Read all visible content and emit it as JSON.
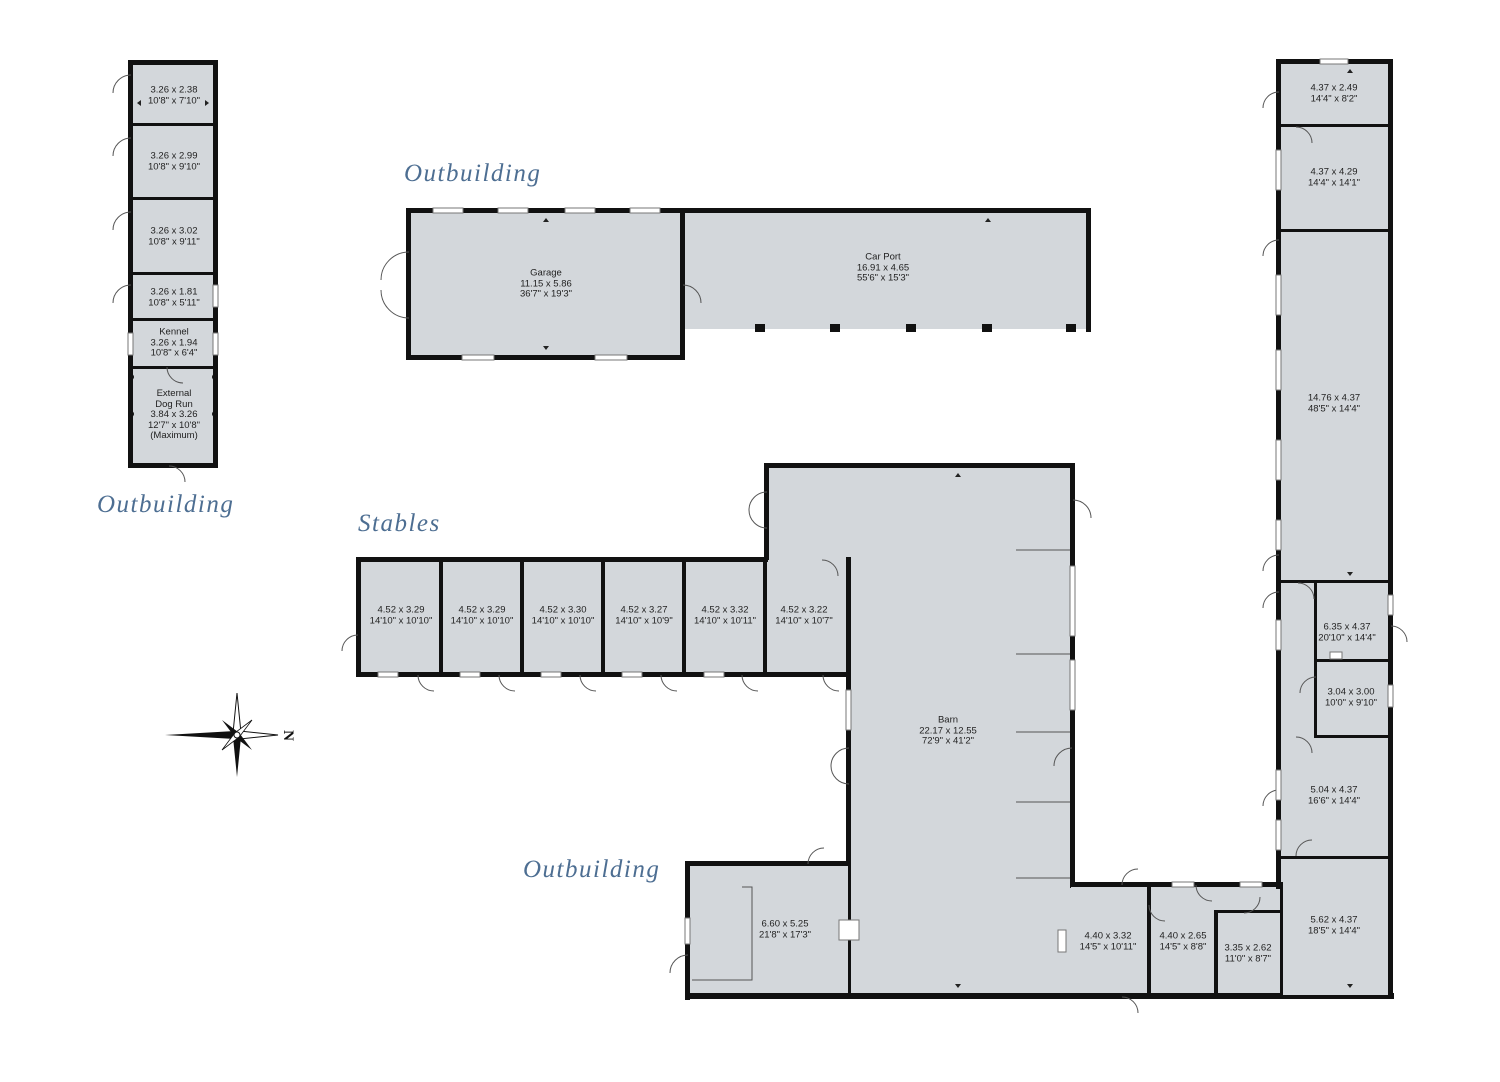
{
  "headings": {
    "outbuilding_top": "Outbuilding",
    "outbuilding_left": "Outbuilding",
    "stables": "Stables",
    "outbuilding_bottom": "Outbuilding"
  },
  "compass": {
    "north_label": "N",
    "icon": "compass-rose-icon"
  },
  "kennel_block": [
    {
      "line1": "3.26 x 2.38",
      "line2": "10'8\" x 7'10\""
    },
    {
      "line1": "3.26 x 2.99",
      "line2": "10'8\" x 9'10\""
    },
    {
      "line1": "3.26 x 3.02",
      "line2": "10'8\" x 9'11\""
    },
    {
      "line1": "3.26 x 1.81",
      "line2": "10'8\" x 5'11\""
    },
    {
      "name": "Kennel",
      "line1": "3.26 x 1.94",
      "line2": "10'8\" x 6'4\""
    },
    {
      "name1": "External",
      "name2": "Dog Run",
      "line1": "3.84 x 3.26",
      "line2": "12'7\" x 10'8\"",
      "note": "(Maximum)"
    }
  ],
  "garage": {
    "name": "Garage",
    "line1": "11.15 x 5.86",
    "line2": "36'7\" x 19'3\""
  },
  "carport": {
    "name": "Car Port",
    "line1": "16.91 x 4.65",
    "line2": "55'6\" x 15'3\""
  },
  "stables": [
    {
      "line1": "4.52 x 3.29",
      "line2": "14'10\" x 10'10\""
    },
    {
      "line1": "4.52 x 3.29",
      "line2": "14'10\" x 10'10\""
    },
    {
      "line1": "4.52 x 3.30",
      "line2": "14'10\" x 10'10\""
    },
    {
      "line1": "4.52 x 3.27",
      "line2": "14'10\" x 10'9\""
    },
    {
      "line1": "4.52 x 3.32",
      "line2": "14'10\" x 10'11\""
    },
    {
      "line1": "4.52 x 3.22",
      "line2": "14'10\" x 10'7\""
    }
  ],
  "barn": {
    "name": "Barn",
    "line1": "22.17 x 12.55",
    "line2": "72'9\" x 41'2\""
  },
  "workshop": {
    "line1": "6.60 x 5.25",
    "line2": "21'8\" x 17'3\""
  },
  "bottom_rooms": [
    {
      "line1": "4.40 x 3.32",
      "line2": "14'5\" x 10'11\""
    },
    {
      "line1": "4.40 x 2.65",
      "line2": "14'5\" x 8'8\""
    },
    {
      "line1": "3.35 x 2.62",
      "line2": "11'0\" x 8'7\""
    }
  ],
  "right_wing": [
    {
      "line1": "4.37 x 2.49",
      "line2": "14'4\" x 8'2\""
    },
    {
      "line1": "4.37 x 4.29",
      "line2": "14'4\" x 14'1\""
    },
    {
      "line1": "14.76 x 4.37",
      "line2": "48'5\" x 14'4\""
    },
    {
      "line1": "6.35 x 4.37",
      "line2": "20'10\" x 14'4\""
    },
    {
      "line1": "3.04 x 3.00",
      "line2": "10'0\" x 9'10\""
    },
    {
      "line1": "5.04 x 4.37",
      "line2": "16'6\" x 14'4\""
    },
    {
      "line1": "5.62 x 4.37",
      "line2": "18'5\" x 14'4\""
    }
  ]
}
